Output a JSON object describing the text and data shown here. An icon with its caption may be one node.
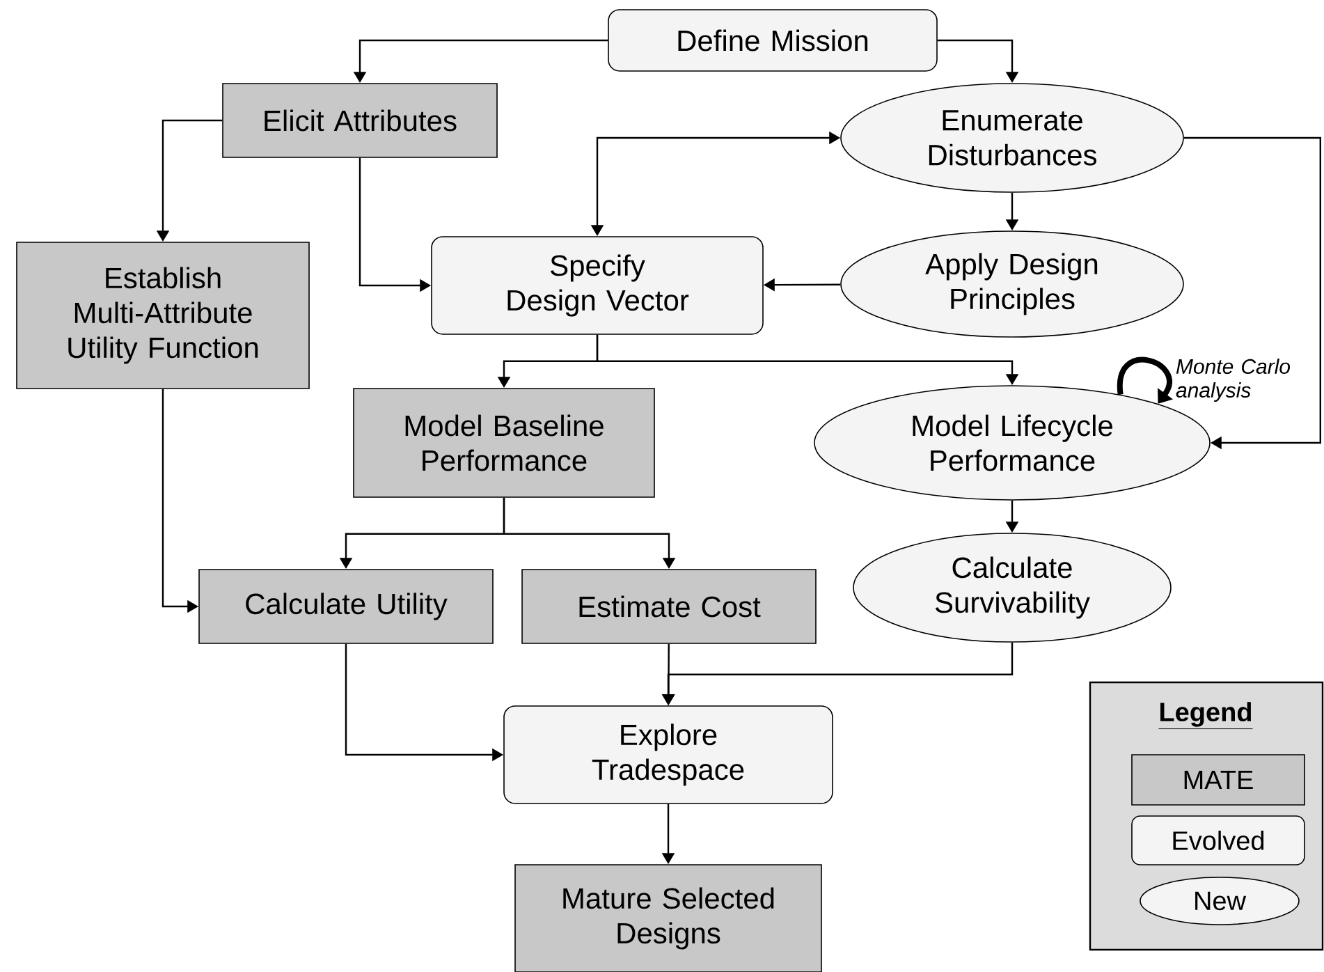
{
  "diagram": {
    "nodes": [
      {
        "text": [
          "Define Mission"
        ]
      },
      {
        "text": [
          "Elicit Attributes"
        ]
      },
      {
        "text": [
          "Enumerate Disturbances"
        ]
      },
      {
        "text": [
          "Establish Multi-Attribute Utility Function"
        ]
      },
      {
        "text": [
          "Specify Design Vector"
        ]
      },
      {
        "text": [
          "Apply Design Principles"
        ]
      },
      {
        "text": [
          "Model Baseline Performance"
        ]
      },
      {
        "text": [
          "Model Lifecycle Performance"
        ]
      },
      {
        "text": [
          "Calculate Utility"
        ]
      },
      {
        "text": [
          "Estimate Cost"
        ]
      },
      {
        "text": [
          "Calculate Survivability"
        ]
      },
      {
        "text": [
          "Explore Tradespace"
        ]
      },
      {
        "text": [
          "Mature Selected Designs"
        ]
      }
    ],
    "edges": [
      {
        "from": 0,
        "to": 1,
        "arrow": "to"
      },
      {
        "from": 0,
        "to": 2,
        "arrow": "to"
      },
      {
        "from": 1,
        "to": 3,
        "arrow": "to"
      },
      {
        "from": 1,
        "to": 4,
        "arrow": "to"
      },
      {
        "from": 4,
        "to": 2,
        "arrow": "both"
      },
      {
        "from": 2,
        "to": 5,
        "arrow": "to"
      },
      {
        "from": 2,
        "to": 7,
        "arrow": "to"
      },
      {
        "from": 5,
        "to": 4,
        "arrow": "to"
      },
      {
        "from": 4,
        "to": 6,
        "arrow": "to"
      },
      {
        "from": 4,
        "to": 7,
        "arrow": "to"
      },
      {
        "from": 7,
        "to": 7,
        "arrow": "to",
        "style": "thick",
        "label": "Monte Carlo analysis"
      },
      {
        "from": 3,
        "to": 8,
        "arrow": "to"
      },
      {
        "from": 6,
        "to": 8,
        "arrow": "to"
      },
      {
        "from": 6,
        "to": 9,
        "arrow": "to"
      },
      {
        "from": 7,
        "to": 10,
        "arrow": "to"
      },
      {
        "from": 8,
        "to": 11,
        "arrow": "to"
      },
      {
        "from": 9,
        "to": 11,
        "arrow": "to"
      },
      {
        "from": 10,
        "to": 11,
        "arrow": "to"
      },
      {
        "from": 11,
        "to": 12,
        "arrow": "to"
      }
    ],
    "labels": [
      "Legend"
    ],
    "legend": [
      {
        "text": "MATE",
        "color": "#c8c8c8"
      },
      {
        "text": "Evolved"
      },
      {
        "text": "New"
      }
    ]
  }
}
